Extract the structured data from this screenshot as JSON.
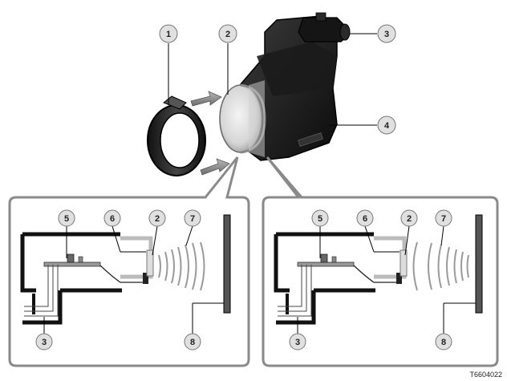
{
  "figure_code": "T6604022",
  "callouts": {
    "c1": "1",
    "c2": "2",
    "c3": "3",
    "c4": "4"
  },
  "left_panel": {
    "c5": "5",
    "c6": "6",
    "c2": "2",
    "c7": "7",
    "c3": "3",
    "c8": "8"
  },
  "right_panel": {
    "c5": "5",
    "c6": "6",
    "c2": "2",
    "c7": "7",
    "c3": "3",
    "c8": "8"
  }
}
